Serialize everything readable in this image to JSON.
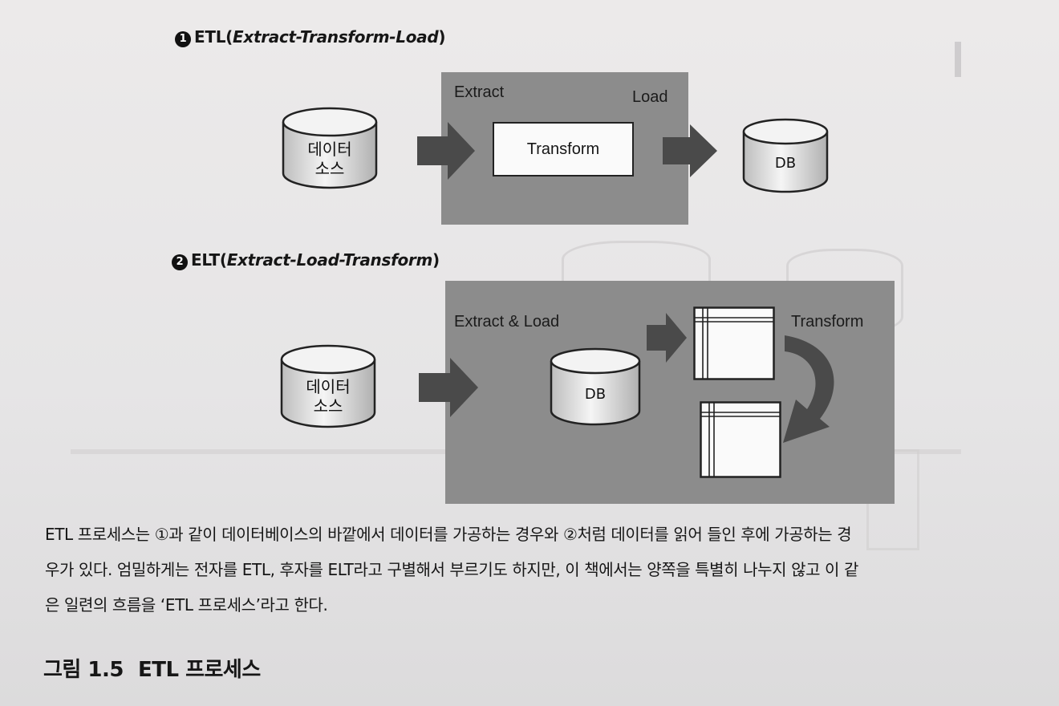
{
  "diagram1": {
    "number": "1",
    "heading_prefix": "ETL(",
    "heading_italic": "Extract-Transform-Load",
    "heading_suffix": ")",
    "extract_label": "Extract",
    "load_label": "Load",
    "source_label_line1": "데이터",
    "source_label_line2": "소스",
    "transform_label": "Transform",
    "db_label": "DB"
  },
  "diagram2": {
    "number": "2",
    "heading_prefix": "ELT(",
    "heading_italic": "Extract-Load-Transform",
    "heading_suffix": ")",
    "extract_load_label": "Extract & Load",
    "transform_label": "Transform",
    "source_label_line1": "데이터",
    "source_label_line2": "소스",
    "db_label": "DB"
  },
  "paragraph": {
    "line1": "ETL 프로세스는 ①과 같이 데이터베이스의 바깥에서 데이터를 가공하는 경우와 ②처럼 데이터를 읽어 들인 후에 가공하는 경",
    "line2": "우가 있다. 엄밀하게는 전자를 ETL, 후자를 ELT라고 구별해서 부르기도 하지만, 이 책에서는 양쪽을 특별히 나누지 않고 이 같",
    "line3": "은 일련의 흐름을 ‘ETL 프로세스’라고 한다."
  },
  "caption": {
    "number": "그림 1.5",
    "title": "ETL 프로세스"
  },
  "colors": {
    "panel": "#8c8c8c",
    "arrow": "#4a4a4a",
    "page": "#e8e7e8"
  }
}
